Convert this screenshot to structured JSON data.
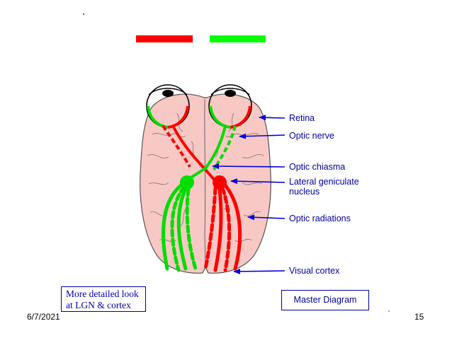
{
  "slide": {
    "date": "6/7/2021",
    "page_number": "15"
  },
  "legend": {
    "left_color": "#ff0000",
    "right_color": "#00ff00"
  },
  "labels": {
    "retina": "Retina",
    "optic_nerve": "Optic nerve",
    "optic_chiasma": "Optic chiasma",
    "lgn_line1": "Lateral geniculate",
    "lgn_line2": "nucleus",
    "optic_radiations": "Optic radiations",
    "visual_cortex": "Visual cortex"
  },
  "buttons": {
    "more_detail_line1": "More detailed look",
    "more_detail_line2": "at LGN & cortex",
    "master_diagram": "Master Diagram"
  },
  "colors": {
    "pathway_red": "#ff0000",
    "pathway_green": "#00dd00",
    "brain": "#f8c8c4",
    "arrow": "#0000dd"
  }
}
